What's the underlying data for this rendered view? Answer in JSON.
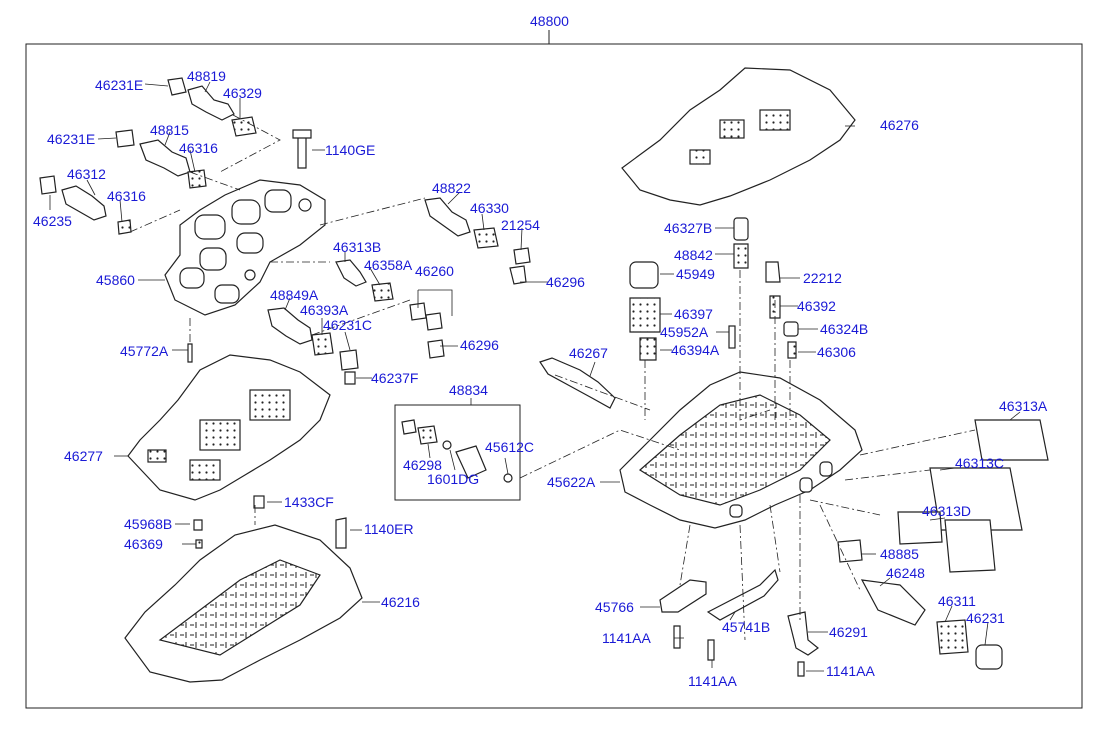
{
  "diagram": {
    "assembly_label": "48800",
    "parts": [
      {
        "id": "48819",
        "label": "48819"
      },
      {
        "id": "46231E_a",
        "label": "46231E"
      },
      {
        "id": "46329",
        "label": "46329"
      },
      {
        "id": "48815",
        "label": "48815"
      },
      {
        "id": "46231E_b",
        "label": "46231E"
      },
      {
        "id": "46316_a",
        "label": "46316"
      },
      {
        "id": "1140GE",
        "label": "1140GE"
      },
      {
        "id": "46312",
        "label": "46312"
      },
      {
        "id": "46316_b",
        "label": "46316"
      },
      {
        "id": "46235",
        "label": "46235"
      },
      {
        "id": "45860",
        "label": "45860"
      },
      {
        "id": "48822",
        "label": "48822"
      },
      {
        "id": "46330",
        "label": "46330"
      },
      {
        "id": "21254",
        "label": "21254"
      },
      {
        "id": "46313B",
        "label": "46313B"
      },
      {
        "id": "46358A",
        "label": "46358A"
      },
      {
        "id": "46260",
        "label": "46260"
      },
      {
        "id": "46296_a",
        "label": "46296"
      },
      {
        "id": "48849A",
        "label": "48849A"
      },
      {
        "id": "46393A",
        "label": "46393A"
      },
      {
        "id": "46231C",
        "label": "46231C"
      },
      {
        "id": "46296_b",
        "label": "46296"
      },
      {
        "id": "45772A",
        "label": "45772A"
      },
      {
        "id": "46237F",
        "label": "46237F"
      },
      {
        "id": "46276",
        "label": "46276"
      },
      {
        "id": "46327B",
        "label": "46327B"
      },
      {
        "id": "48842",
        "label": "48842"
      },
      {
        "id": "22212",
        "label": "22212"
      },
      {
        "id": "45949",
        "label": "45949"
      },
      {
        "id": "46392",
        "label": "46392"
      },
      {
        "id": "46397",
        "label": "46397"
      },
      {
        "id": "45952A",
        "label": "45952A"
      },
      {
        "id": "46324B",
        "label": "46324B"
      },
      {
        "id": "46394A",
        "label": "46394A"
      },
      {
        "id": "46306",
        "label": "46306"
      },
      {
        "id": "46267",
        "label": "46267"
      },
      {
        "id": "46313A",
        "label": "46313A"
      },
      {
        "id": "46277",
        "label": "46277"
      },
      {
        "id": "48834",
        "label": "48834"
      },
      {
        "id": "45612C",
        "label": "45612C"
      },
      {
        "id": "46298",
        "label": "46298"
      },
      {
        "id": "1601DG",
        "label": "1601DG"
      },
      {
        "id": "45622A",
        "label": "45622A"
      },
      {
        "id": "46313C",
        "label": "46313C"
      },
      {
        "id": "46313D",
        "label": "46313D"
      },
      {
        "id": "1433CF",
        "label": "1433CF"
      },
      {
        "id": "45968B",
        "label": "45968B"
      },
      {
        "id": "1140ER",
        "label": "1140ER"
      },
      {
        "id": "46369",
        "label": "46369"
      },
      {
        "id": "48885",
        "label": "48885"
      },
      {
        "id": "46248",
        "label": "46248"
      },
      {
        "id": "46216",
        "label": "46216"
      },
      {
        "id": "45766",
        "label": "45766"
      },
      {
        "id": "46311",
        "label": "46311"
      },
      {
        "id": "46231",
        "label": "46231"
      },
      {
        "id": "1141AA_a",
        "label": "1141AA"
      },
      {
        "id": "45741B",
        "label": "45741B"
      },
      {
        "id": "46291",
        "label": "46291"
      },
      {
        "id": "1141AA_b",
        "label": "1141AA"
      },
      {
        "id": "1141AA_c",
        "label": "1141AA"
      }
    ]
  }
}
